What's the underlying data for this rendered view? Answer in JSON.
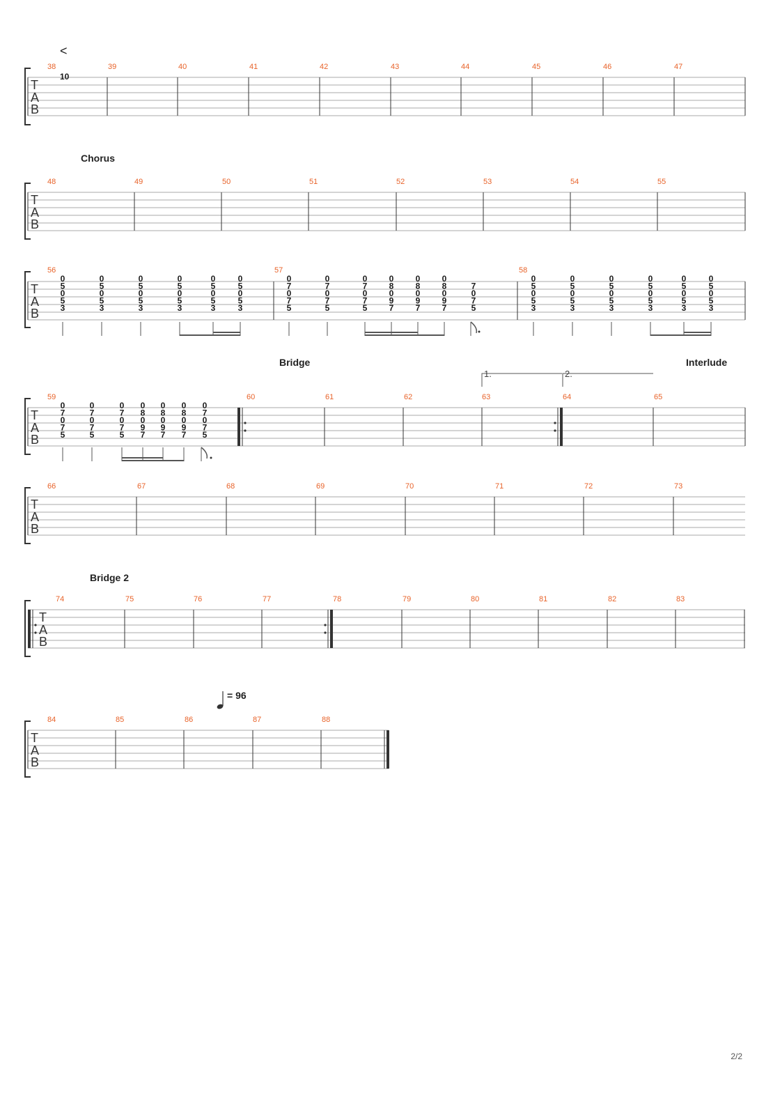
{
  "page": {
    "number": "2/2"
  },
  "systems": [
    {
      "bars": [
        {
          "number": "38",
          "events": []
        },
        {
          "number": "39",
          "events": []
        },
        {
          "number": "40",
          "events": []
        },
        {
          "number": "41",
          "events": []
        },
        {
          "number": "42",
          "events": []
        },
        {
          "number": "43",
          "events": []
        },
        {
          "number": "44",
          "events": []
        },
        {
          "number": "45",
          "events": []
        },
        {
          "number": "46",
          "events": []
        },
        {
          "number": "47",
          "events": []
        }
      ],
      "crescendo_mark": "<",
      "marking_text": "10"
    },
    {
      "section": "Chorus",
      "bars": [
        {
          "number": "48",
          "events": []
        },
        {
          "number": "49",
          "events": []
        },
        {
          "number": "50",
          "events": []
        },
        {
          "number": "51",
          "events": []
        },
        {
          "number": "52",
          "events": []
        },
        {
          "number": "53",
          "events": []
        },
        {
          "number": "54",
          "events": []
        },
        {
          "number": "55",
          "events": []
        }
      ]
    },
    {
      "bars": [
        {
          "number": "56",
          "events": [
            [
              "0",
              "5",
              "0",
              "5",
              "3"
            ],
            [
              "0",
              "5",
              "0",
              "5",
              "3"
            ],
            [
              "0",
              "5",
              "0",
              "5",
              "3"
            ],
            [
              "0",
              "5",
              "0",
              "5",
              "3"
            ],
            [
              "0",
              "5",
              "0",
              "5",
              "3"
            ],
            [
              "0",
              "5",
              "0",
              "5",
              "3"
            ]
          ]
        },
        {
          "number": "57",
          "events": [
            [
              "0",
              "7",
              "0",
              "7",
              "5"
            ],
            [
              "0",
              "7",
              "0",
              "7",
              "5"
            ],
            [
              "0",
              "7",
              "0",
              "7",
              "5"
            ],
            [
              "0",
              "8",
              "0",
              "9",
              "7"
            ],
            [
              "0",
              "8",
              "0",
              "9",
              "7"
            ],
            [
              "0",
              "8",
              "0",
              "9",
              "7"
            ],
            [
              "7",
              "0",
              "7",
              "5"
            ]
          ]
        },
        {
          "number": "58",
          "events": [
            [
              "0",
              "5",
              "0",
              "5",
              "3"
            ],
            [
              "0",
              "5",
              "0",
              "5",
              "3"
            ],
            [
              "0",
              "5",
              "0",
              "5",
              "3"
            ],
            [
              "0",
              "5",
              "0",
              "5",
              "3"
            ],
            [
              "0",
              "5",
              "0",
              "5",
              "3"
            ],
            [
              "0",
              "5",
              "0",
              "5",
              "3"
            ]
          ]
        }
      ]
    },
    {
      "sections": [
        "Bridge",
        "Interlude"
      ],
      "volta": [
        "1.",
        "2."
      ],
      "bars": [
        {
          "number": "59",
          "events": [
            [
              "0",
              "7",
              "0",
              "7",
              "5"
            ],
            [
              "0",
              "7",
              "0",
              "7",
              "5"
            ],
            [
              "0",
              "7",
              "0",
              "7",
              "5"
            ],
            [
              "0",
              "8",
              "0",
              "9",
              "7"
            ],
            [
              "0",
              "8",
              "0",
              "9",
              "7"
            ],
            [
              "0",
              "8",
              "0",
              "9",
              "7"
            ],
            [
              "0",
              "7",
              "0",
              "7",
              "5"
            ]
          ]
        },
        {
          "number": "60",
          "events": []
        },
        {
          "number": "61",
          "events": []
        },
        {
          "number": "62",
          "events": []
        },
        {
          "number": "63",
          "events": []
        },
        {
          "number": "64",
          "events": []
        },
        {
          "number": "65",
          "events": []
        }
      ]
    },
    {
      "bars": [
        {
          "number": "66",
          "events": []
        },
        {
          "number": "67",
          "events": []
        },
        {
          "number": "68",
          "events": []
        },
        {
          "number": "69",
          "events": []
        },
        {
          "number": "70",
          "events": []
        },
        {
          "number": "71",
          "events": []
        },
        {
          "number": "72",
          "events": []
        },
        {
          "number": "73",
          "events": []
        }
      ]
    },
    {
      "section": "Bridge 2",
      "bars": [
        {
          "number": "74",
          "events": []
        },
        {
          "number": "75",
          "events": []
        },
        {
          "number": "76",
          "events": []
        },
        {
          "number": "77",
          "events": []
        },
        {
          "number": "78",
          "events": []
        },
        {
          "number": "79",
          "events": []
        },
        {
          "number": "80",
          "events": []
        },
        {
          "number": "81",
          "events": []
        },
        {
          "number": "82",
          "events": []
        },
        {
          "number": "83",
          "events": []
        }
      ]
    },
    {
      "tempo": "= 96",
      "bars": [
        {
          "number": "84",
          "events": []
        },
        {
          "number": "85",
          "events": []
        },
        {
          "number": "86",
          "events": []
        },
        {
          "number": "87",
          "events": []
        },
        {
          "number": "88",
          "events": []
        }
      ]
    }
  ],
  "tab_letters": [
    "T",
    "A",
    "B"
  ]
}
